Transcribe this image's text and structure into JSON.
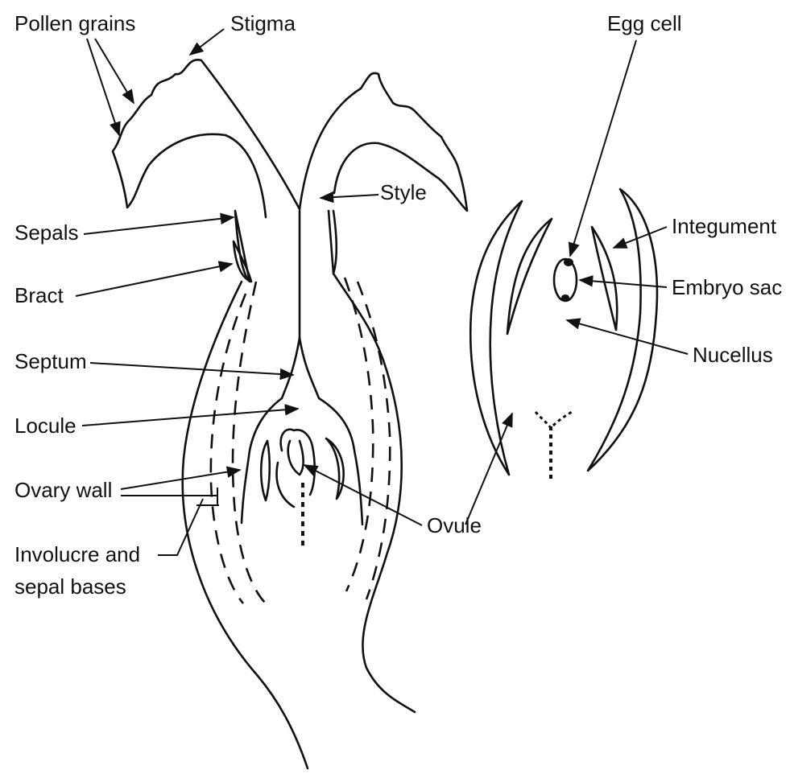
{
  "labels": {
    "pollen_grains": "Pollen grains",
    "stigma": "Stigma",
    "egg_cell": "Egg cell",
    "style": "Style",
    "sepals": "Sepals",
    "integument": "Integument",
    "bract": "Bract",
    "embryo_sac": "Embryo sac",
    "nucellus": "Nucellus",
    "septum": "Septum",
    "locule": "Locule",
    "ovary_wall": "Ovary wall",
    "ovule": "Ovule",
    "involucre_line1": "Involucre and",
    "involucre_line2": "sepal bases"
  }
}
